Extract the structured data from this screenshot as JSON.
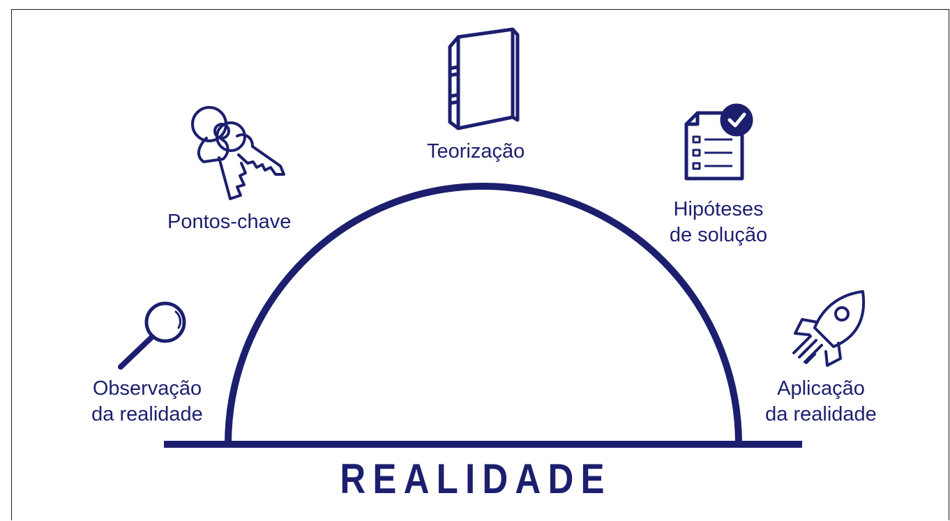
{
  "diagram": {
    "title": "REALIDADE",
    "colors": {
      "primary": "#1c1f6e",
      "background": "#ffffff"
    },
    "stages": [
      {
        "id": "observacao",
        "icon": "magnifying-glass-icon",
        "lines": [
          "Observação",
          "da realidade"
        ]
      },
      {
        "id": "pontos-chave",
        "icon": "keys-icon",
        "lines": [
          "Pontos-chave"
        ]
      },
      {
        "id": "teorizacao",
        "icon": "book-icon",
        "lines": [
          "Teorização"
        ]
      },
      {
        "id": "hipoteses",
        "icon": "checklist-icon",
        "lines": [
          "Hipóteses",
          "de solução"
        ]
      },
      {
        "id": "aplicacao",
        "icon": "rocket-icon",
        "lines": [
          "Aplicação",
          "da realidade"
        ]
      }
    ]
  }
}
